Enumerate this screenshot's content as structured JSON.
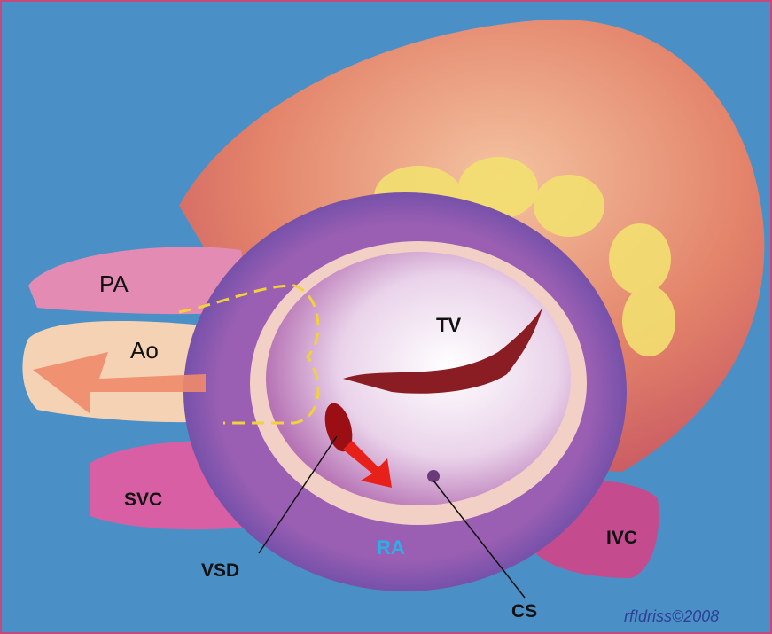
{
  "labels": {
    "pa": "PA",
    "ao": "Ao",
    "tv": "TV",
    "svc": "SVC",
    "ra": "RA",
    "ivc": "IVC",
    "vsd": "VSD",
    "cs": "CS"
  },
  "signature": "rfIdriss©2008",
  "colors": {
    "background": "#4a90c6",
    "border": "#c4497c",
    "ra_label": "#2ab0e8",
    "arrow": "#e8201a"
  }
}
